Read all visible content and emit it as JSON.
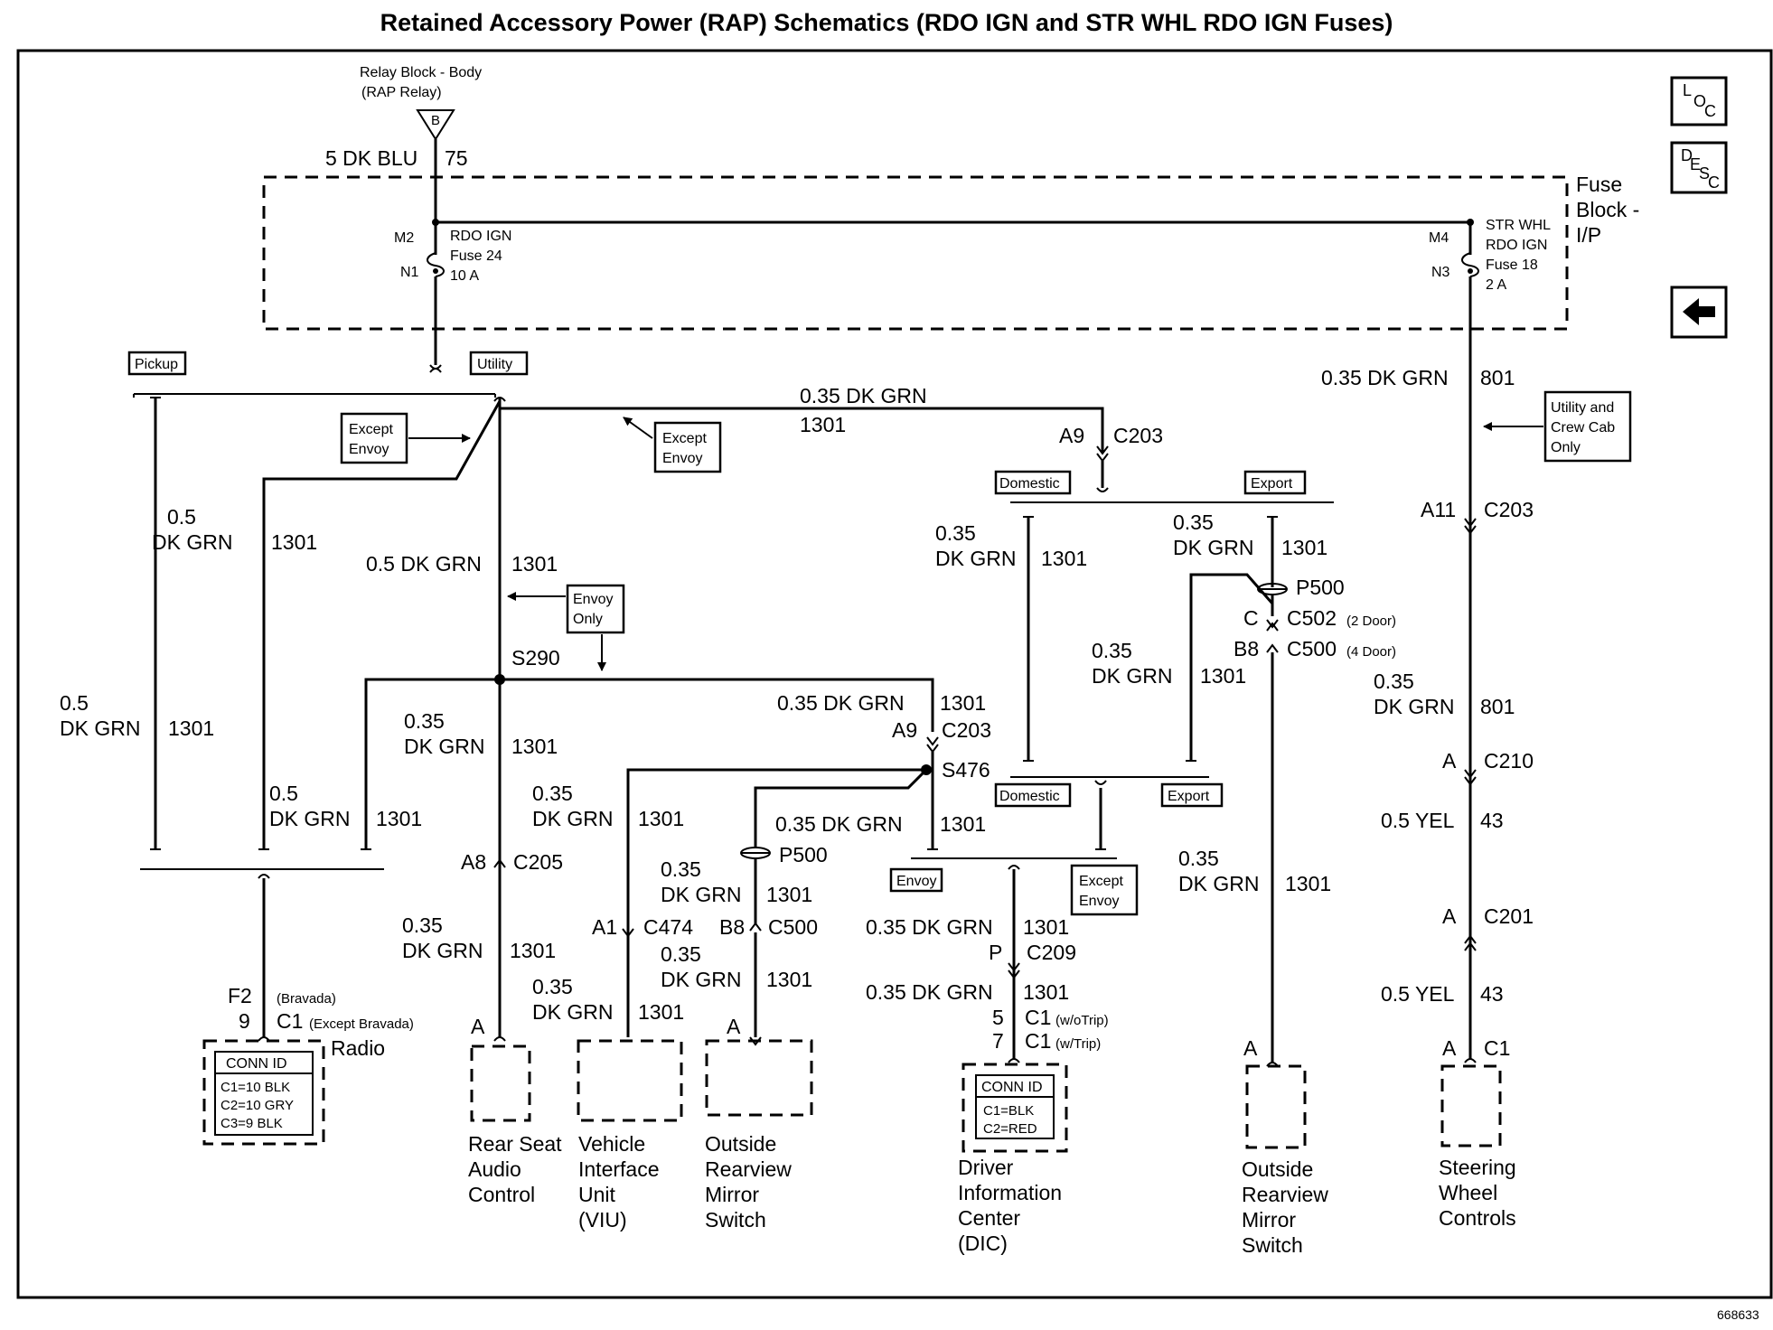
{
  "title": "Retained Accessory Power (RAP) Schematics (RDO IGN and STR WHL RDO IGN Fuses)",
  "figure_number": "668633",
  "nav": {
    "loc": [
      "L",
      "O",
      "C"
    ],
    "desc": [
      "D",
      "E",
      "S",
      "C"
    ]
  },
  "source": {
    "line1": "Relay Block - Body",
    "line2": "(RAP Relay)",
    "terminal": "B",
    "wire_color": "5 DK BLU",
    "circuit": "75"
  },
  "fuse_block": {
    "label": [
      "Fuse",
      "Block -",
      "I/P"
    ]
  },
  "fuses": [
    {
      "in_terminal": "M2",
      "out_terminal": "N1",
      "name": "RDO IGN",
      "number": "Fuse 24",
      "rating": "10 A"
    },
    {
      "in_terminal": "M4",
      "out_terminal": "N3",
      "name": "STR WHL",
      "name2": "RDO IGN",
      "number": "Fuse 18",
      "rating": "2 A"
    }
  ],
  "options": {
    "pickup": "Pickup",
    "utility": "Utility",
    "domestic": "Domestic",
    "export": "Export",
    "envoy": "Envoy",
    "except_envoy": [
      "Except",
      "Envoy"
    ],
    "envoy_only": [
      "Envoy",
      "Only"
    ],
    "utility_crew": [
      "Utility and",
      "Crew Cab",
      "Only"
    ]
  },
  "wires": {
    "w035dkgrn": "0.35 DK GRN",
    "w05dkgrn": "0.5 DK GRN",
    "w035": "0.35",
    "w05": "0.5",
    "dkgrn": "DK GRN",
    "w05yel": "0.5 YEL",
    "c1301": "1301",
    "c801": "801",
    "c43": "43"
  },
  "connectors": {
    "A9": "A9",
    "C203": "C203",
    "A11": "A11",
    "A": "A",
    "C210": "C210",
    "C201": "C201",
    "C1": "C1",
    "A8": "A8",
    "C205": "C205",
    "A1": "A1",
    "C474": "C474",
    "B8": "B8",
    "C500": "C500",
    "P500": "P500",
    "C": "C",
    "C502": "C502",
    "C502_note": "(2 Door)",
    "C500_note": "(4 Door)",
    "P": "P",
    "C209": "C209",
    "F2": "F2",
    "9": "9",
    "5": "5",
    "7": "7",
    "bravada": "(Bravada)",
    "except_bravada": "(Except Bravada)",
    "wotrip": "(w/oTrip)",
    "wtrip": "(w/Trip)"
  },
  "splices": {
    "S290": "S290",
    "S476": "S476"
  },
  "components": {
    "radio": {
      "name": "Radio",
      "conn_id": "CONN ID",
      "lines": [
        "C1=10 BLK",
        "C2=10 GRY",
        "C3=9 BLK"
      ]
    },
    "rsa": [
      "Rear Seat",
      "Audio",
      "Control"
    ],
    "viu": [
      "Vehicle",
      "Interface",
      "Unit",
      "(VIU)"
    ],
    "mirror_left": [
      "Outside",
      "Rearview",
      "Mirror",
      "Switch"
    ],
    "dic": {
      "name": [
        "Driver",
        "Information",
        "Center",
        "(DIC)"
      ],
      "conn_id": "CONN ID",
      "lines": [
        "C1=BLK",
        "C2=RED"
      ]
    },
    "mirror_right": [
      "Outside",
      "Rearview",
      "Mirror",
      "Switch"
    ],
    "swc": [
      "Steering",
      "Wheel",
      "Controls"
    ]
  }
}
